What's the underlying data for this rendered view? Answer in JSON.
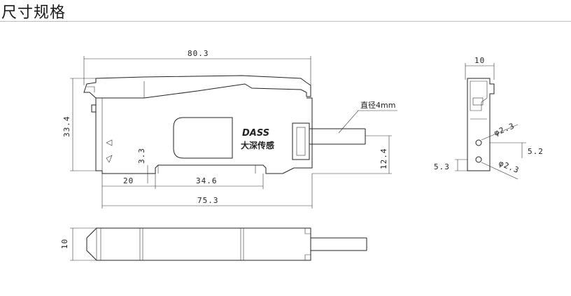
{
  "header": {
    "title": "尺寸规格"
  },
  "front_view": {
    "dims": {
      "overall_length": "80.3",
      "height": "33.4",
      "base_length": "75.3",
      "foot_offset": "20",
      "foot_span": "34.6",
      "foot_height": "3.3",
      "cable_height": "12.4"
    },
    "cable_label": "直径4mm",
    "logo_text": "DASS",
    "logo_cn": "大深传感"
  },
  "side_view": {
    "dims": {
      "width": "10",
      "hole_upper": "5.2",
      "hole_lower": "5.3",
      "hole_dia_top": "φ2.3",
      "hole_dia_bottom": "φ2.3"
    }
  },
  "bottom_view": {
    "dims": {
      "width": "10"
    }
  }
}
